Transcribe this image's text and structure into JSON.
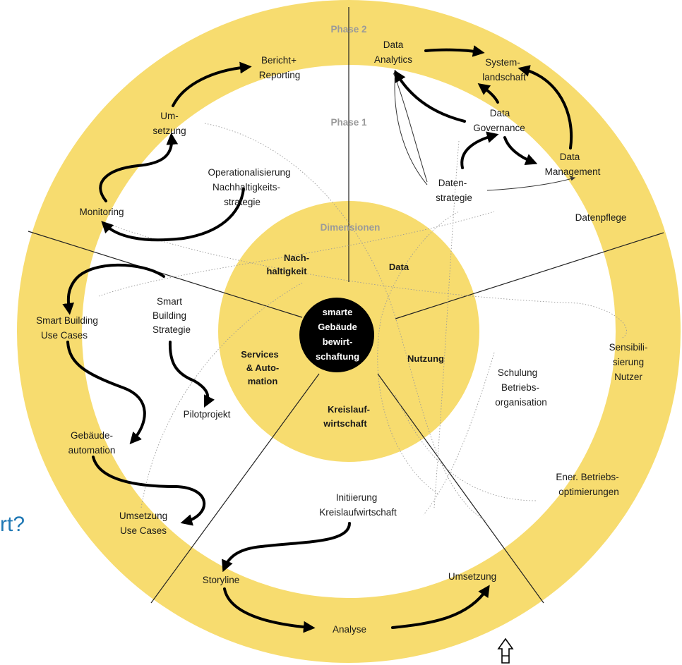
{
  "center": {
    "lines": [
      "smarte",
      "Gebäude",
      "bewirt-",
      "schaftung"
    ]
  },
  "rings": {
    "outer_label": "Phase 2",
    "middle_label": "Phase 1",
    "inner_label": "Dimensionen"
  },
  "colors": {
    "ring_yellow": "#f7dc6f",
    "center_black": "#000000",
    "question_blue": "#1f78b4"
  },
  "side_text": "rt?",
  "dimensions": [
    {
      "id": "nachhaltigkeit",
      "lines": [
        "Nach-",
        "haltigkeit"
      ]
    },
    {
      "id": "data",
      "lines": [
        "Data"
      ]
    },
    {
      "id": "nutzung",
      "lines": [
        "Nutzung"
      ]
    },
    {
      "id": "kreislaufwirtschaft",
      "lines": [
        "Kreislauf-",
        "wirtschaft"
      ]
    },
    {
      "id": "services",
      "lines": [
        "Services",
        "& Auto-",
        "mation"
      ]
    }
  ],
  "phase1": [
    {
      "id": "operationalisierung",
      "lines": [
        "Operationalisierung",
        "Nachhaltigkeits-",
        "strategie"
      ]
    },
    {
      "id": "datenstrategie",
      "lines": [
        "Daten-",
        "strategie"
      ]
    },
    {
      "id": "schulung",
      "lines": [
        "Schulung",
        "Betriebs-",
        "organisation"
      ]
    },
    {
      "id": "initiierung",
      "lines": [
        "Initiierung",
        "Kreislaufwirtschaft"
      ]
    },
    {
      "id": "smart-building-strategie",
      "lines": [
        "Smart",
        "Building",
        "Strategie"
      ]
    },
    {
      "id": "pilotprojekt",
      "lines": [
        "Pilotprojekt"
      ]
    }
  ],
  "phase2": [
    {
      "id": "bericht",
      "lines": [
        "Bericht+",
        "Reporting"
      ]
    },
    {
      "id": "umsetzung-n",
      "lines": [
        "Um-",
        "setzung"
      ]
    },
    {
      "id": "monitoring",
      "lines": [
        "Monitoring"
      ]
    },
    {
      "id": "data-analytics",
      "lines": [
        "Data",
        "Analytics"
      ]
    },
    {
      "id": "systemlandschaft",
      "lines": [
        "System-",
        "landschaft"
      ]
    },
    {
      "id": "data-governance",
      "lines": [
        "Data",
        "Governance"
      ]
    },
    {
      "id": "data-management",
      "lines": [
        "Data",
        "Management"
      ]
    },
    {
      "id": "datenpflege",
      "lines": [
        "Datenpflege"
      ]
    },
    {
      "id": "sensibilisierung",
      "lines": [
        "Sensibili-",
        "sierung",
        "Nutzer"
      ]
    },
    {
      "id": "betriebsoptimierungen",
      "lines": [
        "Ener. Betriebs-",
        "optimierungen"
      ]
    },
    {
      "id": "umsetzung-k",
      "lines": [
        "Umsetzung"
      ]
    },
    {
      "id": "analyse",
      "lines": [
        "Analyse"
      ]
    },
    {
      "id": "storyline",
      "lines": [
        "Storyline"
      ]
    },
    {
      "id": "smart-building-use-cases",
      "lines": [
        "Smart Building",
        "Use Cases"
      ]
    },
    {
      "id": "gebaeudeautomation",
      "lines": [
        "Gebäude-",
        "automation"
      ]
    },
    {
      "id": "umsetzung-use-cases",
      "lines": [
        "Umsetzung",
        "Use Cases"
      ]
    }
  ]
}
